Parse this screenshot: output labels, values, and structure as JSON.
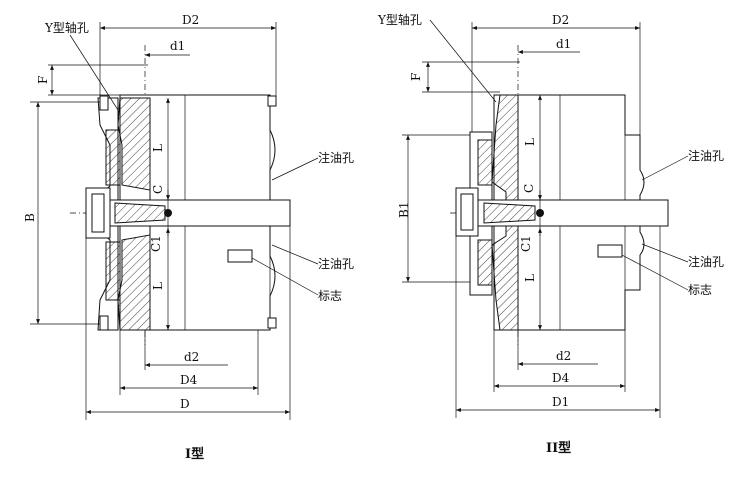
{
  "figures": [
    {
      "caption": "I型",
      "labels": {
        "y_hole": "Y型轴孔",
        "d2_top": "D2",
        "d1": "d1",
        "f": "F",
        "l_top": "L",
        "c": "C",
        "b": "B",
        "c1": "C1",
        "l_bottom": "L",
        "oil_top": "注油孔",
        "oil_bottom": "注油孔",
        "mark": "标志",
        "d2_bottom": "d2",
        "d4": "D4",
        "d": "D"
      }
    },
    {
      "caption": "II型",
      "labels": {
        "y_hole": "Y型轴孔",
        "d2_top": "D2",
        "d1": "d1",
        "f": "F",
        "l_top": "L",
        "c": "C",
        "b1": "B1",
        "c1": "C1",
        "l_bottom": "L",
        "oil_top": "注油孔",
        "oil_bottom": "注油孔",
        "mark": "标志",
        "d2_bottom": "d2",
        "d4": "D4",
        "d1_outer": "D1"
      }
    }
  ]
}
